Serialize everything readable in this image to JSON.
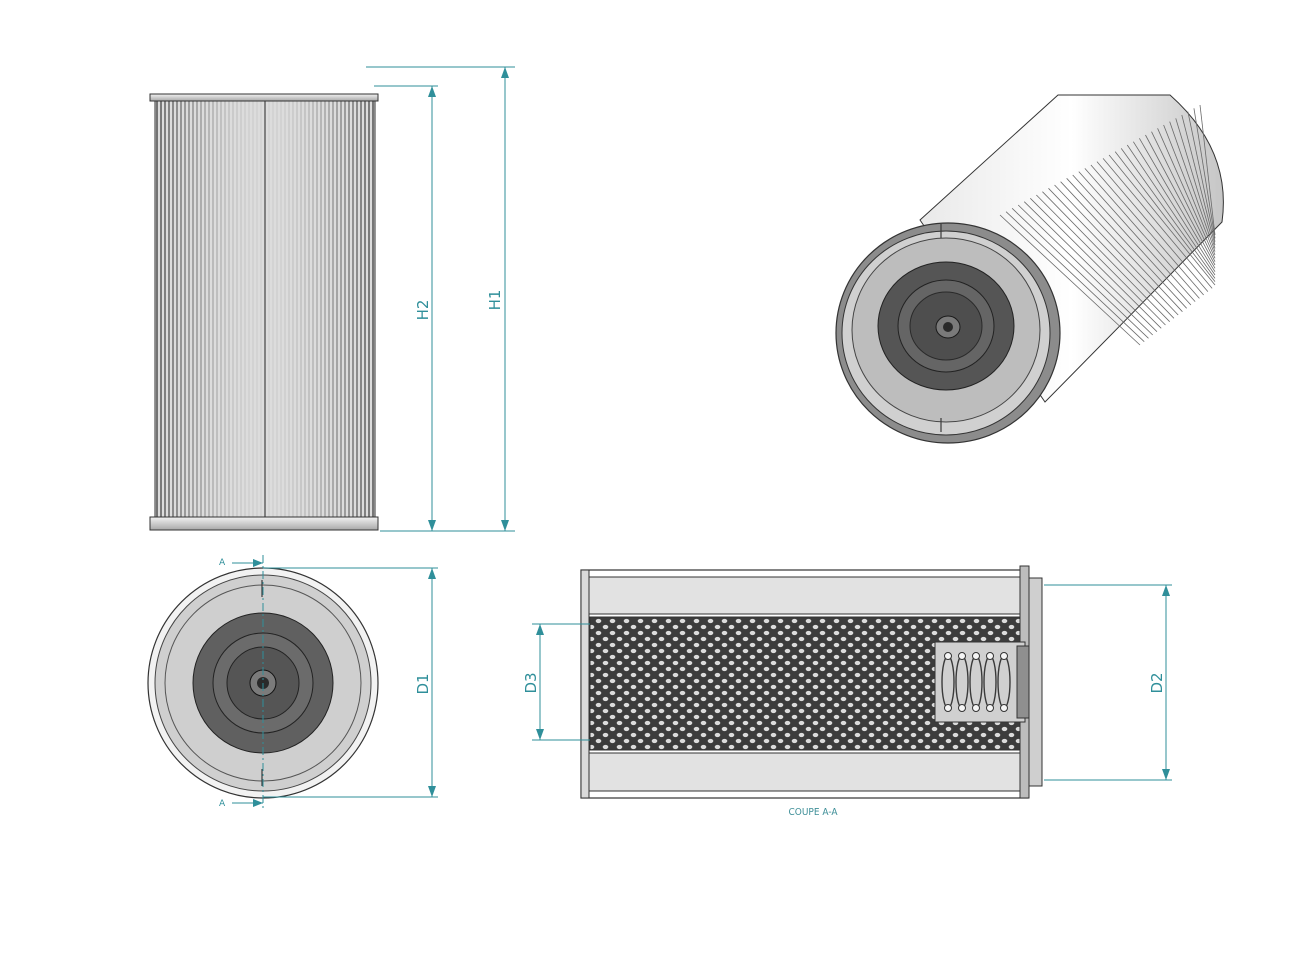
{
  "dimensions": {
    "h1": "H1",
    "h2": "H2",
    "d1": "D1",
    "d2": "D2",
    "d3": "D3"
  },
  "section": {
    "marker_top": "A",
    "marker_bottom": "A",
    "caption": "COUPE A-A"
  },
  "colors": {
    "dimension_line": "#2f8f9a",
    "outline": "#3a3a3a",
    "end_cap_fill": "#e6e6e6",
    "pleat_dark": "#4a4a4a",
    "pleat_light": "#d8d8d8"
  }
}
